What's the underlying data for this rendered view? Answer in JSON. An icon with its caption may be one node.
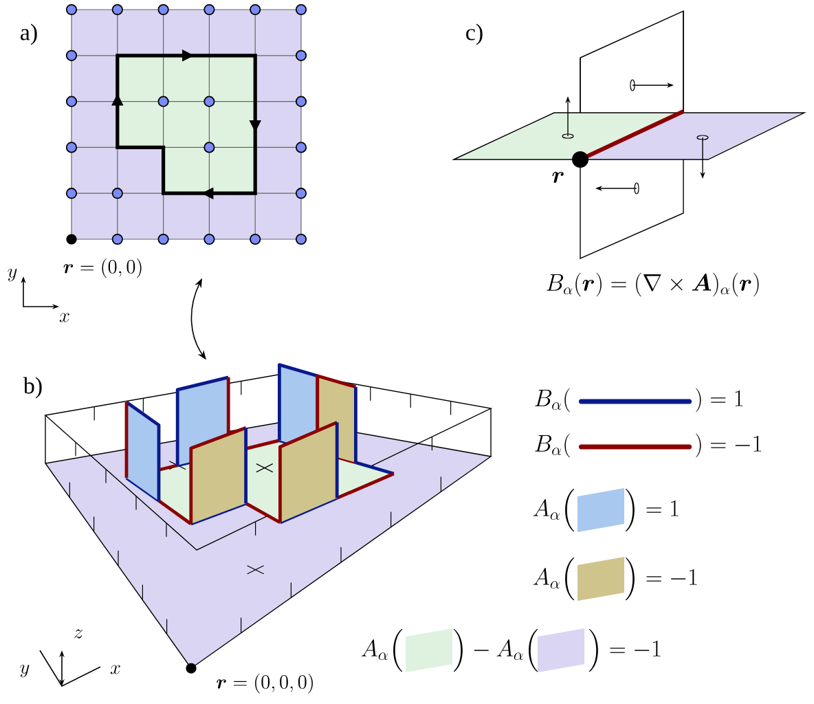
{
  "diagram": {
    "nodes": [
      {
        "text": [
          "a)",
          "\\boldsymbol{r} = (0,0)"
        ]
      },
      {
        "text": [
          "b)",
          "\\boldsymbol{r} = (0,0,0)"
        ]
      },
      {
        "text": [
          "c)",
          "\\boldsymbol{r}",
          "B_{\\alpha}(\\boldsymbol{r}) = (\\nabla \\times \\boldsymbol{A})_{\\alpha}(\\boldsymbol{r})"
        ]
      }
    ],
    "edges": [
      {
        "from": 0,
        "to": 1,
        "arrow": "both"
      }
    ],
    "labels": [
      "y",
      "x",
      "z",
      "y",
      "x"
    ],
    "legend": [
      {
        "text": "B_{\\alpha}(\\qquad\\qquad\\quad) = 1",
        "color": "#0a1a8c"
      },
      {
        "text": "B_{\\alpha}(\\qquad\\qquad\\quad) = -1",
        "color": "#8b0000"
      },
      {
        "text": "A_{\\alpha}\\Big(\\qquad\\Big) = 1",
        "color": "#a8c8f0"
      },
      {
        "text": "A_{\\alpha}\\Big(\\qquad\\Big) = -1",
        "color": "#cfc48c"
      },
      {
        "text": "A_{\\alpha}\\Big(\\qquad\\Big) - A_{\\alpha}\\Big(\\qquad\\Big) = -1",
        "color": "#d9d5f2"
      }
    ]
  }
}
